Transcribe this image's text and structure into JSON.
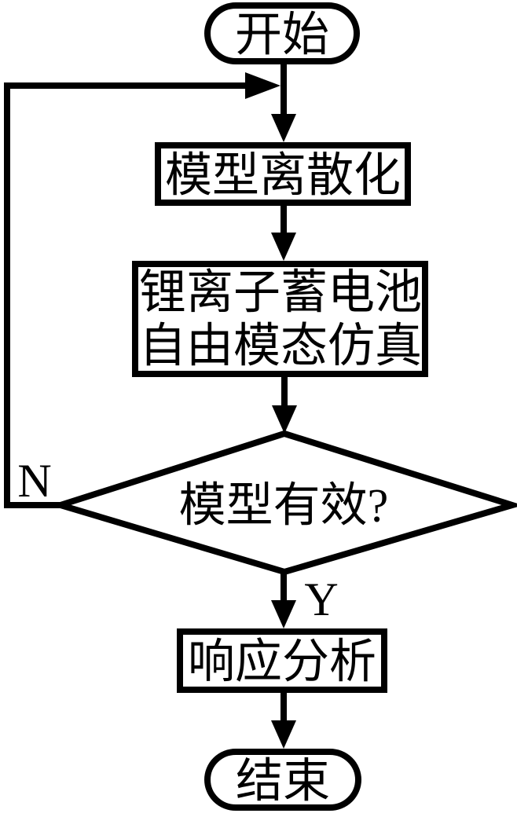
{
  "colors": {
    "stroke": "#000000",
    "background": "#ffffff"
  },
  "flowchart": {
    "start_label": "开始",
    "step_discretize_label": "模型离散化",
    "step_simulation_line1": "锂离子蓄电池",
    "step_simulation_line2": "自由模态仿真",
    "decision_label": "模型有效?",
    "branch_no_label": "N",
    "branch_yes_label": "Y",
    "step_response_label": "响应分析",
    "end_label": "结束"
  }
}
